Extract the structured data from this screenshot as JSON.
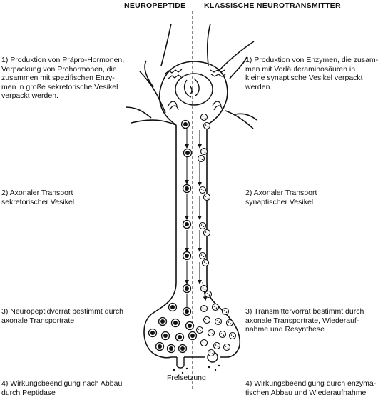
{
  "headers": {
    "left": "NEUROPEPTIDE",
    "right": "KLASSISCHE NEUROTRANSMITTER"
  },
  "left_steps": [
    "1) Produktion von Präpro-Hormonen,\nVerpackung von Prohormonen, die\nzusammen mit spezifischen Enzy-\nmen in große sekretorische Vesikel\nverpackt werden.",
    "2) Axonaler Transport\nsekretorischer Vesikel",
    "3) Neuropeptidvorrat bestimmt durch\naxonale Transportrate",
    "4) Wirkungsbeendigung nach Abbau\ndurch Peptidase"
  ],
  "right_steps": [
    "1) Produktion von Enzymen, die zusam-\nmen mit Vorläuferaminosäuren in\nkleine synaptische Vesikel verpackt\nwerden.",
    "2) Axonaler Transport\nsynaptischer Vesikel",
    "3) Transmittervorrat bestimmt durch\naxonale Transportrate, Wiederauf-\nnahme und Resynthese",
    "4) Wirkungsbeendigung durch enzyma-\ntischen Abbau und Wiederaufnahme"
  ],
  "release_label": "Freisetzung",
  "vesicle_types": {
    "left": "large-dense-core-vesicle",
    "right": "small-synaptic-vesicle"
  }
}
